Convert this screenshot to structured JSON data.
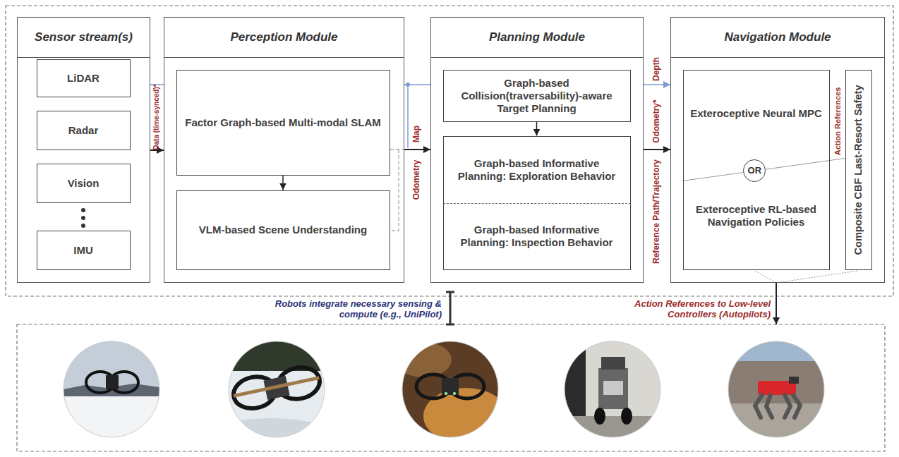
{
  "diagram": {
    "nodes": [
      {
        "text": [
          "Sensor stream(s)"
        ]
      },
      {
        "text": [
          "LiDAR"
        ],
        "in": 0
      },
      {
        "text": [
          "Radar"
        ],
        "in": 0
      },
      {
        "text": [
          "Vision"
        ],
        "in": 0
      },
      {
        "text": [
          "IMU"
        ],
        "in": 0
      },
      {
        "text": [
          "Perception Module"
        ]
      },
      {
        "text": [
          "Factor Graph-based Multi-modal SLAM"
        ],
        "in": 5
      },
      {
        "text": [
          "VLM-based Scene Understanding"
        ],
        "in": 5
      },
      {
        "text": [
          "Planning Module"
        ]
      },
      {
        "text": [
          "Graph-based Collision(traversability)-aware Target Planning"
        ],
        "in": 8
      },
      {
        "text": [
          "Graph-based Informative Planning: Exploration Behavior"
        ],
        "in": 8
      },
      {
        "text": [
          "Graph-based Informative Planning: Inspection Behavior"
        ],
        "in": 8
      },
      {
        "text": [
          "Navigation Module"
        ]
      },
      {
        "text": [
          "Exteroceptive Neural MPC",
          "Exteroceptive RL-based Navigation Policies"
        ],
        "in": 12
      },
      {
        "text": [
          "OR"
        ],
        "in": 13
      },
      {
        "text": [
          "Composite CBF Last-Resort Safety"
        ],
        "in": 12
      }
    ],
    "edges": [
      {
        "from": 0,
        "to": 5,
        "arrow": "to",
        "label": "Data (time-synced)*"
      },
      {
        "from": 0,
        "to": 5,
        "arrow": "none"
      },
      {
        "from": 5,
        "to": 8,
        "arrow": "to",
        "label": "Map"
      },
      {
        "from": 5,
        "to": 8,
        "arrow": "none"
      },
      {
        "from": 8,
        "to": 12,
        "arrow": "to",
        "label": "Odometry*"
      },
      {
        "from": 8,
        "to": 12,
        "arrow": "to",
        "label": "Depth"
      },
      {
        "from": 6,
        "to": 7,
        "arrow": "to"
      },
      {
        "from": 9,
        "to": 10,
        "arrow": "to"
      },
      {
        "from": 14,
        "to": 15,
        "arrow": "none"
      }
    ],
    "labels": [
      "Odometry",
      "Reference Path/Trajectory",
      "Action References",
      "Robots integrate necessary sensing & compute (e.g., UniPilot)",
      "Action References to Low-level Controllers (Autopilots)"
    ]
  }
}
